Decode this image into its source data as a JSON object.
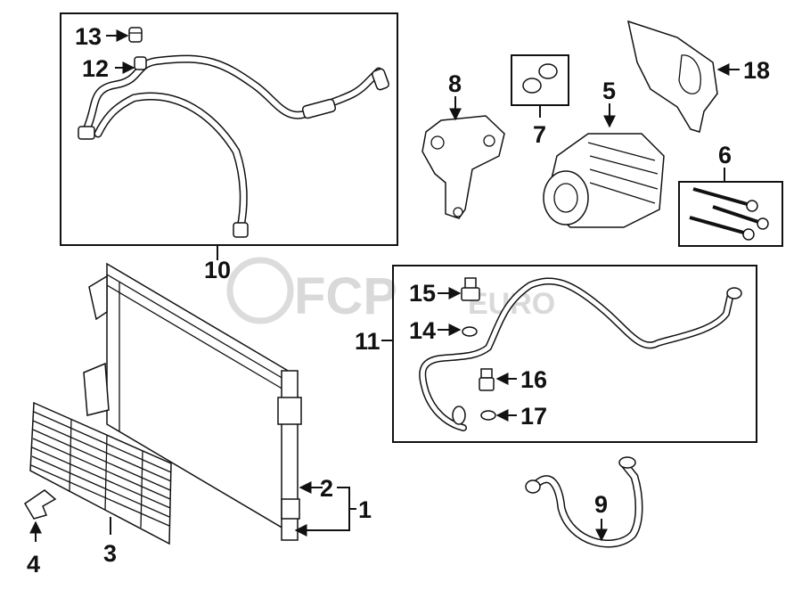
{
  "watermark": {
    "brand": "FCP",
    "suffix": "EURO"
  },
  "callouts": {
    "c1": "1",
    "c2": "2",
    "c3": "3",
    "c4": "4",
    "c5": "5",
    "c6": "6",
    "c7": "7",
    "c8": "8",
    "c9": "9",
    "c10": "10",
    "c11": "11",
    "c12": "12",
    "c13": "13",
    "c14": "14",
    "c15": "15",
    "c16": "16",
    "c17": "17",
    "c18": "18"
  }
}
